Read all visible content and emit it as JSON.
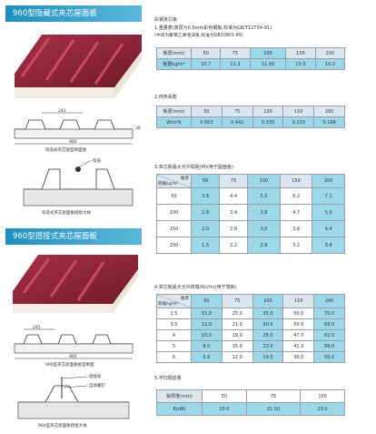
{
  "left": {
    "band1_title": "960型隐藏式夹芯屋面板",
    "diagram1_width_small": "243",
    "diagram1_width_big": "960",
    "diagram1_height": "38",
    "diagram1_caption": "扣盖式夹芯板型断面图",
    "diagram2_label": "扣盖",
    "diagram2_caption": "扣盖式夹芯屋面板搭接大样",
    "band2_title": "960型搭接式夹芯屋面板",
    "diagram3_width_small": "245",
    "diagram3_width_big": "960",
    "diagram3_caption": "960型夹芯屋面板板型断面",
    "diagram4_label1": "搭接处",
    "diagram4_label2": "自攻螺钉",
    "diagram4_caption": "960型夹芯屋面板搭接大样"
  },
  "right": {
    "header": "彩钢夹芯板",
    "s1_title": "1.重量表(表层为0.6mm彩色钢板,标准为GB/T12754-91)",
    "s1_note": "(中间为聚苯乙烯泡沫板,标准为GB10801-89)",
    "t1": {
      "head_label": "板厚(mm)",
      "head_values": [
        "50",
        "75",
        "100",
        "150",
        "200"
      ],
      "row_label": "板重kg/m²",
      "row_values": [
        "10.7",
        "11.3",
        "11.93",
        "13.0",
        "14.0"
      ]
    },
    "s2_title": "2.传热系数",
    "t2": {
      "head_label": "板厚(mm)",
      "head_values": [
        "50",
        "75",
        "100",
        "150",
        "200"
      ],
      "row_label": "W/m²k",
      "row_values": [
        "0.663",
        "0.442",
        "0.330",
        "0.220",
        "0.168"
      ]
    },
    "s3_title": "3.夹芯板最大允许檩距(M)(用于屋面板)",
    "t3": {
      "corner_top": "板厚",
      "corner_bottom": "荷载kg/m²",
      "head_values": [
        "50",
        "75",
        "100",
        "150",
        "200"
      ],
      "rows": [
        {
          "label": "50",
          "values": [
            "3.8",
            "4.4",
            "5.0",
            "6.2",
            "7.1"
          ]
        },
        {
          "label": "100",
          "values": [
            "2.8",
            "3.4",
            "3.8",
            "4.7",
            "5.5"
          ]
        },
        {
          "label": "150",
          "values": [
            "2.0",
            "2.8",
            "3.0",
            "3.8",
            "4.4"
          ]
        },
        {
          "label": "200",
          "values": [
            "1.5",
            "2.2",
            "2.8",
            "3.2",
            "3.8"
          ]
        }
      ]
    },
    "s4_title": "4.夹芯板最大允许荷载(Kn/m)(用于墙板)",
    "t4": {
      "corner_top": "板厚",
      "corner_bottom": "荷载kg/m²",
      "head_values": [
        "50",
        "75",
        "100",
        "150",
        "200"
      ],
      "rows": [
        {
          "label": "2.5",
          "values": [
            "15.0",
            "25.0",
            "35.0",
            "56.0",
            "70.0"
          ]
        },
        {
          "label": "3.5",
          "values": [
            "12.0",
            "21.0",
            "30.0",
            "50.0",
            "68.0"
          ]
        },
        {
          "label": "4",
          "values": [
            "10.0",
            "19.0",
            "28.0",
            "47.0",
            "62.0"
          ]
        },
        {
          "label": "5",
          "values": [
            "8.0",
            "15.0",
            "23.0",
            "41.0",
            "59.0"
          ]
        },
        {
          "label": "6",
          "values": [
            "6.0",
            "12.0",
            "19.0",
            "36.0",
            "50.0"
          ]
        }
      ]
    },
    "s5_title": "5.平均隔音量",
    "t5": {
      "head_label": "板厚度(mm)",
      "head_values": [
        "50",
        "75",
        "100"
      ],
      "row_label": "R(dB)",
      "row_values": [
        "20.0",
        "21.50",
        "23.0"
      ]
    }
  },
  "colors": {
    "band": "#1e8fbf",
    "panel_face": "#8a2234",
    "table_header": "#dbe7f1",
    "table_cyan": "#9ad8ea"
  }
}
